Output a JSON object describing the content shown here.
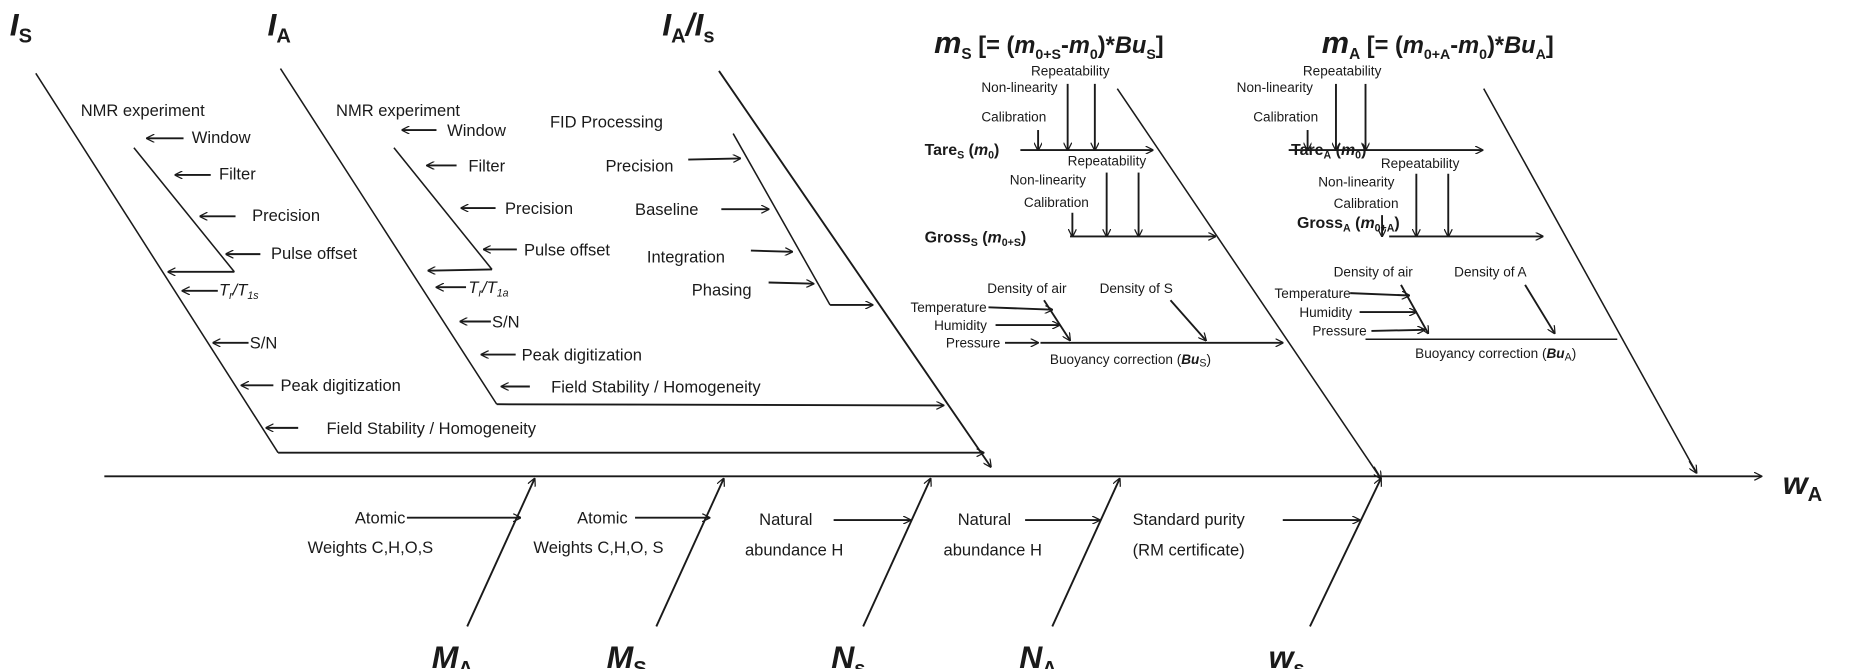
{
  "effect": {
    "main": "w",
    "sub": "A"
  },
  "is_bone": {
    "label": {
      "main": "I",
      "sub": "S"
    },
    "sub_bone_title": "NMR experiment",
    "sub_causes": [
      "Window",
      "Filter",
      "Precision",
      "Pulse offset"
    ],
    "t_ratio": {
      "t1": "T",
      "s1": "r",
      "slash": "/",
      "t2": "T",
      "s2": "1s"
    },
    "causes": [
      "S/N",
      "Peak digitization",
      "Field Stability / Homogeneity"
    ]
  },
  "ia_bone": {
    "label": {
      "main": "I",
      "sub": "A"
    },
    "sub_bone_title": "NMR experiment",
    "sub_causes": [
      "Window",
      "Filter",
      "Precision",
      "Pulse offset"
    ],
    "t_ratio": {
      "t1": "T",
      "s1": "r",
      "slash": "/",
      "t2": "T",
      "s2": "1a"
    },
    "causes": [
      "S/N",
      "Peak digitization",
      "Field Stability / Homogeneity"
    ]
  },
  "ratio_bone": {
    "label": {
      "main1": "I",
      "sub1": "A",
      "slash": "/",
      "main2": "I",
      "sub2": "s"
    },
    "sub_bone_title": "FID Processing",
    "sub_causes": [
      "Precision",
      "Baseline",
      "Integration",
      "Phasing"
    ]
  },
  "ms_bone": {
    "title_parts": [
      "m",
      "S",
      " [= (",
      "m",
      "0+S",
      "-",
      "m",
      "0",
      ")*",
      "Bu",
      "S",
      "]"
    ],
    "tare": {
      "name": "Tare",
      "sub": "S",
      "paren_open": " (",
      "m": "m",
      "m_sub": "0",
      "paren_close": ")"
    },
    "gross": {
      "name": "Gross",
      "sub": "S",
      "paren_open": " (",
      "m": "m",
      "m_sub": "0+S",
      "paren_close": ")"
    },
    "balance_causes": [
      "Repeatability",
      "Non-linearity",
      "Calibration"
    ],
    "density_air": "Density of air",
    "density_sample": "Density of S",
    "air_causes": [
      "Temperature",
      "Humidity",
      "Pressure"
    ],
    "buoyancy": {
      "text": "Buoyancy correction (",
      "bu": "Bu",
      "sub": "S",
      "close": ")"
    }
  },
  "ma_bone": {
    "title_parts": [
      "m",
      "A",
      " [= (",
      "m",
      "0+A",
      "-",
      "m",
      "0",
      ")*",
      "Bu",
      "A",
      "]"
    ],
    "tare": {
      "name": "Tare",
      "sub": "A",
      "paren_open": " (",
      "m": "m",
      "m_sub": "0",
      "paren_close": ")"
    },
    "gross": {
      "name": "Gross",
      "sub": "A",
      "paren_open": " (",
      "m": "m",
      "m_sub": "0+A",
      "paren_close": ")"
    },
    "balance_causes": [
      "Repeatability",
      "Non-linearity",
      "Calibration"
    ],
    "density_air": "Density of air",
    "density_sample": "Density of A",
    "air_causes": [
      "Temperature",
      "Humidity",
      "Pressure"
    ],
    "buoyancy": {
      "text": "Buoyancy correction (",
      "bu": "Bu",
      "sub": "A",
      "close": ")"
    }
  },
  "lower_bones": [
    {
      "main": "M",
      "sub": "A",
      "cause": [
        "Atomic",
        "Weights C,H,O,S"
      ]
    },
    {
      "main": "M",
      "sub": "S",
      "cause": [
        "Atomic",
        "Weights C,H,O, S"
      ]
    },
    {
      "main": "N",
      "sub": "s",
      "cause": [
        "Natural",
        "abundance H"
      ]
    },
    {
      "main": "N",
      "sub": "A",
      "cause": [
        "Natural",
        "abundance H"
      ]
    },
    {
      "main": "w",
      "sub": "s",
      "cause": [
        "Standard purity",
        "(RM certificate)"
      ]
    }
  ]
}
